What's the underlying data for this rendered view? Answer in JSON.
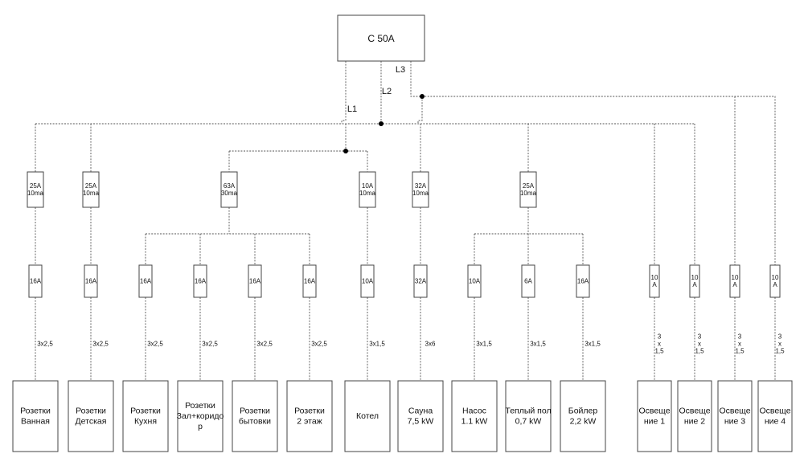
{
  "main_breaker": "C 50A",
  "phases": [
    "L1",
    "L2",
    "L3"
  ],
  "rcds": [
    [
      "25A",
      "10ma"
    ],
    [
      "25A",
      "10ma"
    ],
    [
      "63A",
      "30ma"
    ],
    [
      "10A",
      "10ma"
    ],
    [
      "32A",
      "10ma"
    ],
    [
      "25A",
      "10ma"
    ]
  ],
  "circuits": [
    {
      "breaker": [
        "16A"
      ],
      "cable": [
        "3x2,5"
      ],
      "load": [
        "Розетки",
        "Ванная"
      ]
    },
    {
      "breaker": [
        "16A"
      ],
      "cable": [
        "3x2,5"
      ],
      "load": [
        "Розетки",
        "Детская"
      ]
    },
    {
      "breaker": [
        "16A"
      ],
      "cable": [
        "3x2,5"
      ],
      "load": [
        "Розетки",
        "Кухня"
      ]
    },
    {
      "breaker": [
        "16A"
      ],
      "cable": [
        "3x2,5"
      ],
      "load": [
        "Розетки",
        "Зал+коридо",
        "р"
      ]
    },
    {
      "breaker": [
        "16A"
      ],
      "cable": [
        "3x2,5"
      ],
      "load": [
        "Розетки",
        "бытовки"
      ]
    },
    {
      "breaker": [
        "16A"
      ],
      "cable": [
        "3x2,5"
      ],
      "load": [
        "Розетки",
        "2 этаж"
      ]
    },
    {
      "breaker": [
        "10A"
      ],
      "cable": [
        "3x1,5"
      ],
      "load": [
        "Котел"
      ]
    },
    {
      "breaker": [
        "32A"
      ],
      "cable": [
        "3x6"
      ],
      "load": [
        "Сауна",
        "7,5 kW"
      ]
    },
    {
      "breaker": [
        "10A"
      ],
      "cable": [
        "3x1,5"
      ],
      "load": [
        "Насос",
        "1.1 kW"
      ]
    },
    {
      "breaker": [
        "6A"
      ],
      "cable": [
        "3x1,5"
      ],
      "load": [
        "Теплый пол",
        "0,7 kW"
      ]
    },
    {
      "breaker": [
        "16A"
      ],
      "cable": [
        "3x1,5"
      ],
      "load": [
        "Бойлер",
        "2,2 kW"
      ]
    },
    {
      "breaker": [
        "10",
        "A"
      ],
      "cable": [
        "3",
        "x",
        "1,5"
      ],
      "load": [
        "Освеще",
        "ние 1"
      ]
    },
    {
      "breaker": [
        "10",
        "A"
      ],
      "cable": [
        "3",
        "x",
        "1,5"
      ],
      "load": [
        "Освеще",
        "ние 2"
      ]
    },
    {
      "breaker": [
        "10",
        "A"
      ],
      "cable": [
        "3",
        "x",
        "1,5"
      ],
      "load": [
        "Освеще",
        "ние 3"
      ]
    },
    {
      "breaker": [
        "10",
        "A"
      ],
      "cable": [
        "3",
        "x",
        "1,5"
      ],
      "load": [
        "Освеще",
        "ние 4"
      ]
    }
  ]
}
